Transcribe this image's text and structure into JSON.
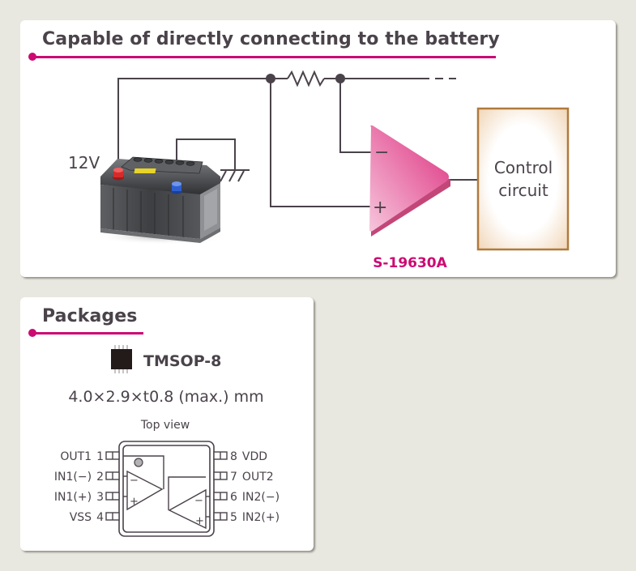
{
  "colors": {
    "background": "#e9e8e0",
    "accent": "#cc0a72",
    "wire": "#4a434a",
    "text": "#4a434a",
    "control_border": "#b07a3c"
  },
  "circuit_section": {
    "title": "Capable of directly connecting to the battery",
    "battery_voltage_label": "12V",
    "battery_icon": "car-battery-icon",
    "ground_icon": "ground-symbol-icon",
    "resistor_icon": "resistor-icon",
    "trailing_continuation": "- - -",
    "comparator": {
      "part_number": "S-19630A",
      "inverting_input_label": "−",
      "noninverting_input_label": "+"
    },
    "control_block": {
      "line1": "Control",
      "line2": "circuit"
    }
  },
  "packages_section": {
    "title": "Packages",
    "package_icon": "ic-chip-icon",
    "package_name": "TMSOP-8",
    "dimensions": "4.0×2.9×t0.8 (max.) mm",
    "view_label": "Top view",
    "pins_left": [
      {
        "name": "OUT1",
        "number": "1"
      },
      {
        "name": "IN1(−)",
        "number": "2"
      },
      {
        "name": "IN1(+)",
        "number": "3"
      },
      {
        "name": "VSS",
        "number": "4"
      }
    ],
    "pins_right": [
      {
        "number": "8",
        "name": "VDD"
      },
      {
        "number": "7",
        "name": "OUT2"
      },
      {
        "number": "6",
        "name": "IN2(−)"
      },
      {
        "number": "5",
        "name": "IN2(+)"
      }
    ],
    "opamp1_minus": "−",
    "opamp1_plus": "+",
    "opamp2_minus": "−",
    "opamp2_plus": "+"
  }
}
